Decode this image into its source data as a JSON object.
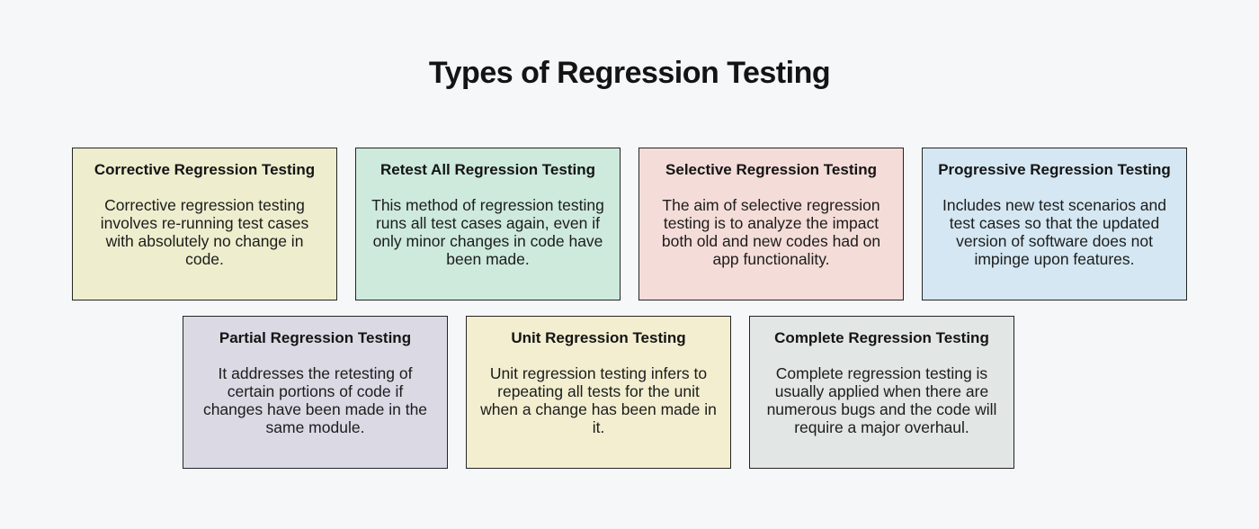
{
  "page": {
    "title": "Types of Regression Testing",
    "background_color": "#f6f7f9"
  },
  "cards": [
    {
      "title": "Corrective Regression Testing",
      "description": "Corrective regression testing involves re-running test cases with absolutely no change in code.",
      "background_color": "#eeedcd",
      "row": 1
    },
    {
      "title": "Retest All Regression Testing",
      "description": "This method of regression testing runs all test cases again, even if only minor changes in code have been made.",
      "background_color": "#cdeadd",
      "row": 1
    },
    {
      "title": "Selective Regression Testing",
      "description": "The aim of selective regression testing is to analyze the impact both old and new codes had on app functionality.",
      "background_color": "#f4dcd8",
      "row": 1
    },
    {
      "title": "Progressive Regression Testing",
      "description": "Includes new test scenarios and test cases so that the updated version of software does not impinge upon features.",
      "background_color": "#d4e7f2",
      "row": 1
    },
    {
      "title": "Partial Regression Testing",
      "description": "It addresses the retesting of certain portions of code if changes have been made in the same module.",
      "background_color": "#dbd9e4",
      "row": 2
    },
    {
      "title": "Unit Regression Testing",
      "description": "Unit regression testing infers to repeating all tests for the unit when a change has been made in it.",
      "background_color": "#f2eecf",
      "row": 2
    },
    {
      "title": "Complete Regression Testing",
      "description": "Complete regression testing is usually applied when there are numerous bugs and the code will require a major overhaul.",
      "background_color": "#e2e6e5",
      "row": 2
    }
  ]
}
